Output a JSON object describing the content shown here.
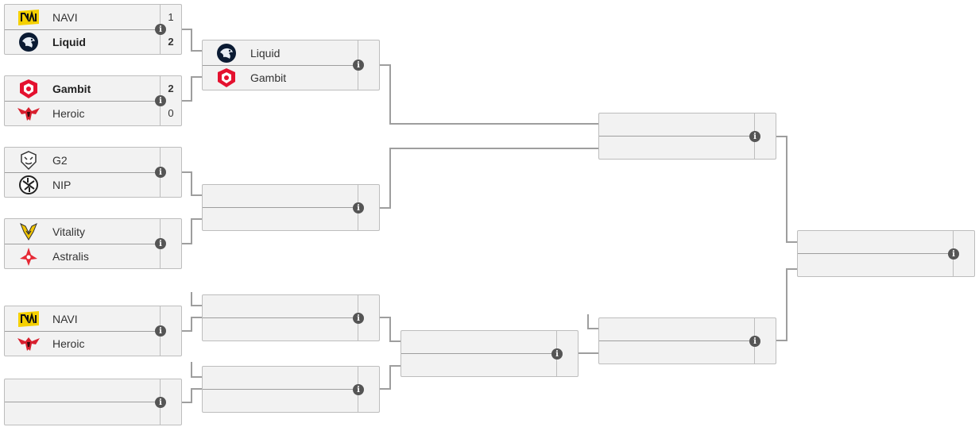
{
  "icons": {
    "navi": "navi-logo-icon",
    "liquid": "liquid-logo-icon",
    "gambit": "gambit-logo-icon",
    "heroic": "heroic-logo-icon",
    "g2": "g2-logo-icon",
    "nip": "nip-logo-icon",
    "vitality": "vitality-logo-icon",
    "astralis": "astralis-logo-icon",
    "info": "info-icon"
  },
  "colors": {
    "navi": "#f5d000",
    "liquid": "#0b1b33",
    "gambit": "#e4112f",
    "heroic": "#d8202f",
    "astralis": "#e62935",
    "vitality": "#f1c400"
  },
  "info_glyph": "i",
  "rounds": {
    "r1": [
      {
        "top": {
          "team": "NAVI",
          "logo": "navi",
          "score": "1",
          "winner": false
        },
        "bottom": {
          "team": "Liquid",
          "logo": "liquid",
          "score": "2",
          "winner": true
        }
      },
      {
        "top": {
          "team": "Gambit",
          "logo": "gambit",
          "score": "2",
          "winner": true
        },
        "bottom": {
          "team": "Heroic",
          "logo": "heroic",
          "score": "0",
          "winner": false
        }
      },
      {
        "top": {
          "team": "G2",
          "logo": "g2",
          "score": "",
          "winner": false
        },
        "bottom": {
          "team": "NIP",
          "logo": "nip",
          "score": "",
          "winner": false
        }
      },
      {
        "top": {
          "team": "Vitality",
          "logo": "vitality",
          "score": "",
          "winner": false
        },
        "bottom": {
          "team": "Astralis",
          "logo": "astralis",
          "score": "",
          "winner": false
        }
      },
      {
        "top": {
          "team": "NAVI",
          "logo": "navi",
          "score": "",
          "winner": false
        },
        "bottom": {
          "team": "Heroic",
          "logo": "heroic",
          "score": "",
          "winner": false
        }
      },
      {
        "top": {
          "team": "",
          "logo": "",
          "score": "",
          "winner": false
        },
        "bottom": {
          "team": "",
          "logo": "",
          "score": "",
          "winner": false
        }
      }
    ],
    "r2": [
      {
        "top": {
          "team": "Liquid",
          "logo": "liquid",
          "score": "",
          "winner": false
        },
        "bottom": {
          "team": "Gambit",
          "logo": "gambit",
          "score": "",
          "winner": false
        }
      },
      {
        "top": {
          "team": "",
          "logo": "",
          "score": "",
          "winner": false
        },
        "bottom": {
          "team": "",
          "logo": "",
          "score": "",
          "winner": false
        }
      },
      {
        "top": {
          "team": "",
          "logo": "",
          "score": "",
          "winner": false
        },
        "bottom": {
          "team": "",
          "logo": "",
          "score": "",
          "winner": false
        }
      },
      {
        "top": {
          "team": "",
          "logo": "",
          "score": "",
          "winner": false
        },
        "bottom": {
          "team": "",
          "logo": "",
          "score": "",
          "winner": false
        }
      }
    ],
    "r3": [
      {
        "top": {
          "team": "",
          "logo": "",
          "score": "",
          "winner": false
        },
        "bottom": {
          "team": "",
          "logo": "",
          "score": "",
          "winner": false
        }
      }
    ],
    "r4": [
      {
        "top": {
          "team": "",
          "logo": "",
          "score": "",
          "winner": false
        },
        "bottom": {
          "team": "",
          "logo": "",
          "score": "",
          "winner": false
        }
      },
      {
        "top": {
          "team": "",
          "logo": "",
          "score": "",
          "winner": false
        },
        "bottom": {
          "team": "",
          "logo": "",
          "score": "",
          "winner": false
        }
      }
    ],
    "r5": [
      {
        "top": {
          "team": "",
          "logo": "",
          "score": "",
          "winner": false
        },
        "bottom": {
          "team": "",
          "logo": "",
          "score": "",
          "winner": false
        }
      }
    ]
  }
}
